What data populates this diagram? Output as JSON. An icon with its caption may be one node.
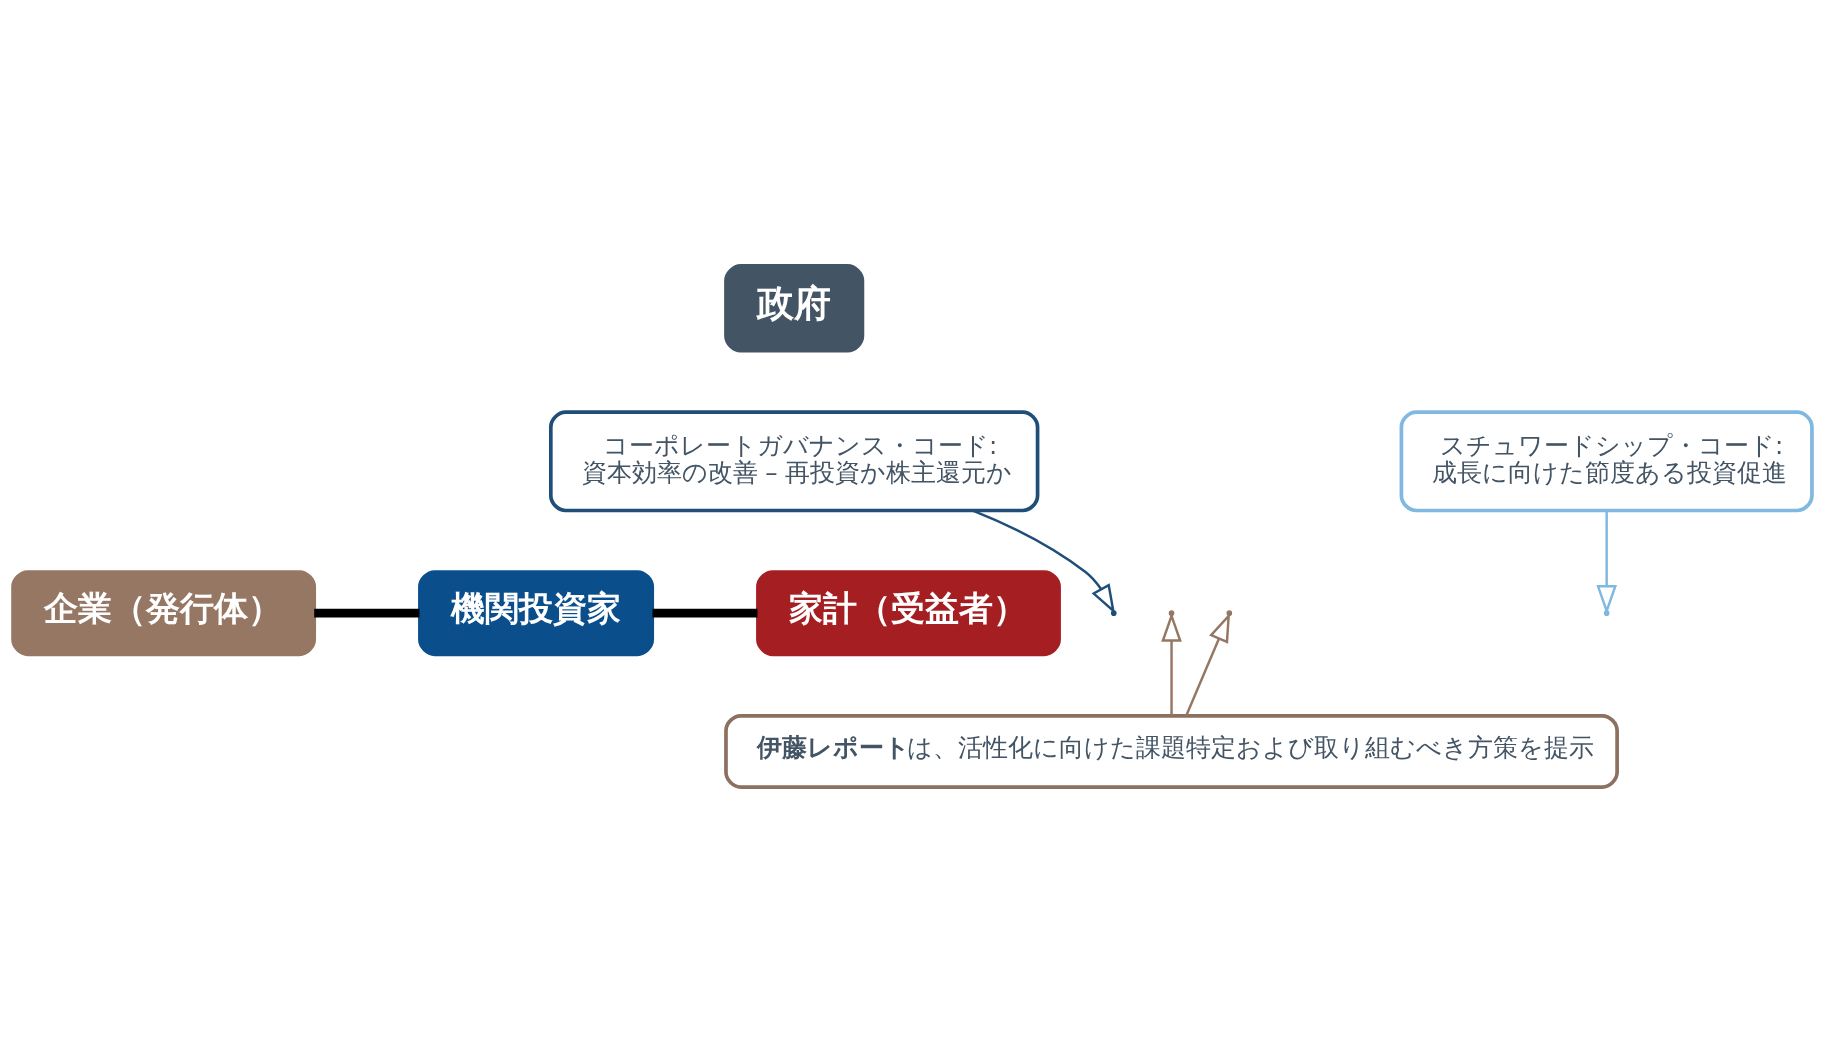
{
  "diagram": {
    "nodes": [
      {
        "text": [
          "政府"
        ]
      },
      {
        "text": [
          "コーポレートガバナンス・コード:",
          "資本効率の改善 – 再投資か株主還元か"
        ]
      },
      {
        "text": [
          "スチュワードシップ・コード:",
          "成長に向けた節度ある投資促進"
        ]
      },
      {
        "text": [
          "企業（発行体）"
        ]
      },
      {
        "text": [
          "機関投資家"
        ]
      },
      {
        "text": [
          "家計（受益者）"
        ]
      },
      {
        "text": [
          "**伊藤レポート** は、活性化に向けた課題特定および取り組むべき方策を提示"
        ]
      }
    ],
    "edges": [
      {
        "from": 3,
        "to": 4,
        "arrow": "none",
        "style": "thick",
        "color": "#000000"
      },
      {
        "from": 4,
        "to": 5,
        "arrow": "none",
        "style": "thick",
        "color": "#000000"
      },
      {
        "from": 1,
        "to": null,
        "arrow": "to",
        "color": "#1f4e79"
      },
      {
        "from": 2,
        "to": null,
        "arrow": "to",
        "color": "#7fb8e0"
      },
      {
        "from": 6,
        "to": null,
        "arrow": "to",
        "color": "#957764"
      },
      {
        "from": 6,
        "to": null,
        "arrow": "to",
        "color": "#957764"
      }
    ]
  }
}
